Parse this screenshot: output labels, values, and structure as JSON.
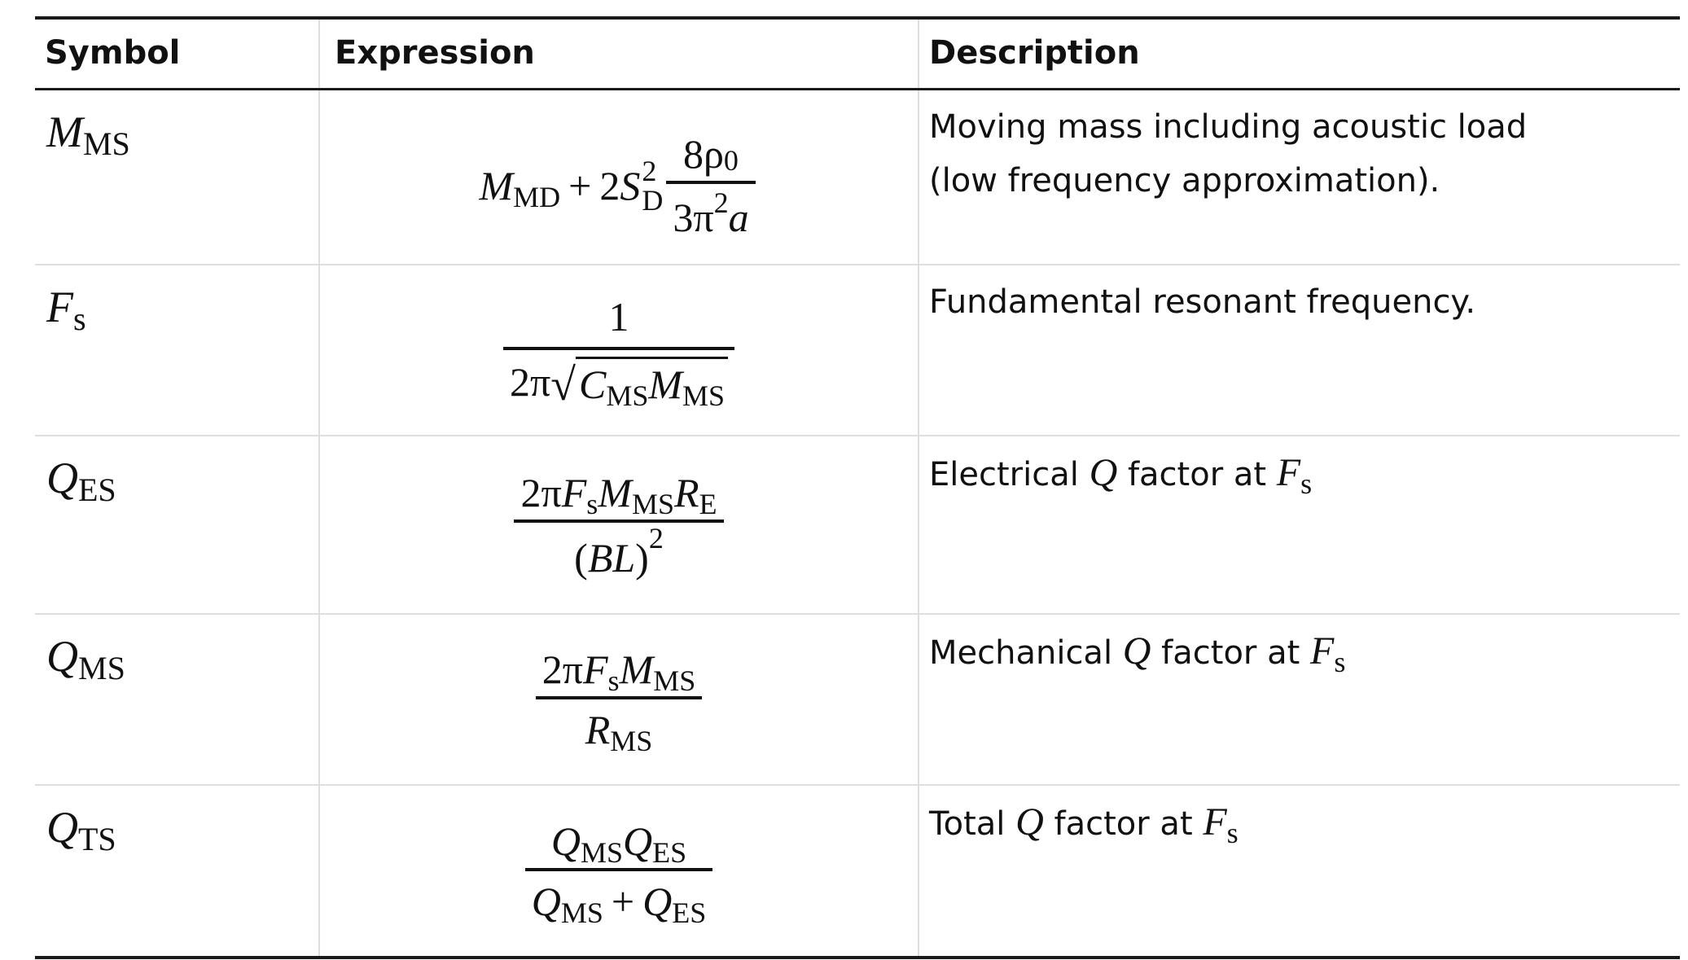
{
  "headers": {
    "symbol": "Symbol",
    "expression": "Expression",
    "description": "Description"
  },
  "rows": [
    {
      "symbol": {
        "var": "M",
        "sub": "MS"
      },
      "expression": {
        "t1_var": "M",
        "t1_sub": "MD",
        "plus": "+",
        "coef": "2",
        "t2_var": "S",
        "t2_sup": "2",
        "t2_sub": "D",
        "num": "8ρ",
        "num_sub": "0",
        "den_a": "3π",
        "den_sup": "2",
        "den_var": "a"
      },
      "description": {
        "line1": "Moving mass including acoustic load",
        "line2": "(low frequency approximation)."
      }
    },
    {
      "symbol": {
        "var": "F",
        "sub": "s"
      },
      "expression": {
        "num": "1",
        "den_pre": "2π",
        "r1_var": "C",
        "r1_sub": "MS",
        "r2_var": "M",
        "r2_sub": "MS"
      },
      "description": {
        "text": "Fundamental resonant frequency."
      }
    },
    {
      "symbol": {
        "var": "Q",
        "sub": "ES"
      },
      "expression": {
        "num_pre": "2π",
        "n1_var": "F",
        "n1_sub": "s",
        "n2_var": "M",
        "n2_sub": "MS",
        "n3_var": "R",
        "n3_sub": "E",
        "den_open": "(",
        "den_var": "BL",
        "den_close": ")",
        "den_sup": "2"
      },
      "description": {
        "pre": "Electrical ",
        "q": "Q",
        "mid": " factor at ",
        "f": "F",
        "fsub": "s"
      }
    },
    {
      "symbol": {
        "var": "Q",
        "sub": "MS"
      },
      "expression": {
        "num_pre": "2π",
        "n1_var": "F",
        "n1_sub": "s",
        "n2_var": "M",
        "n2_sub": "MS",
        "den_var": "R",
        "den_sub": "MS"
      },
      "description": {
        "pre": "Mechanical ",
        "q": "Q",
        "mid": " factor at ",
        "f": "F",
        "fsub": "s"
      }
    },
    {
      "symbol": {
        "var": "Q",
        "sub": "TS"
      },
      "expression": {
        "n1_var": "Q",
        "n1_sub": "MS",
        "n2_var": "Q",
        "n2_sub": "ES",
        "d1_var": "Q",
        "d1_sub": "MS",
        "plus": "+",
        "d2_var": "Q",
        "d2_sub": "ES"
      },
      "description": {
        "pre": "Total ",
        "q": "Q",
        "mid": " factor at ",
        "f": "F",
        "fsub": "s"
      }
    }
  ]
}
